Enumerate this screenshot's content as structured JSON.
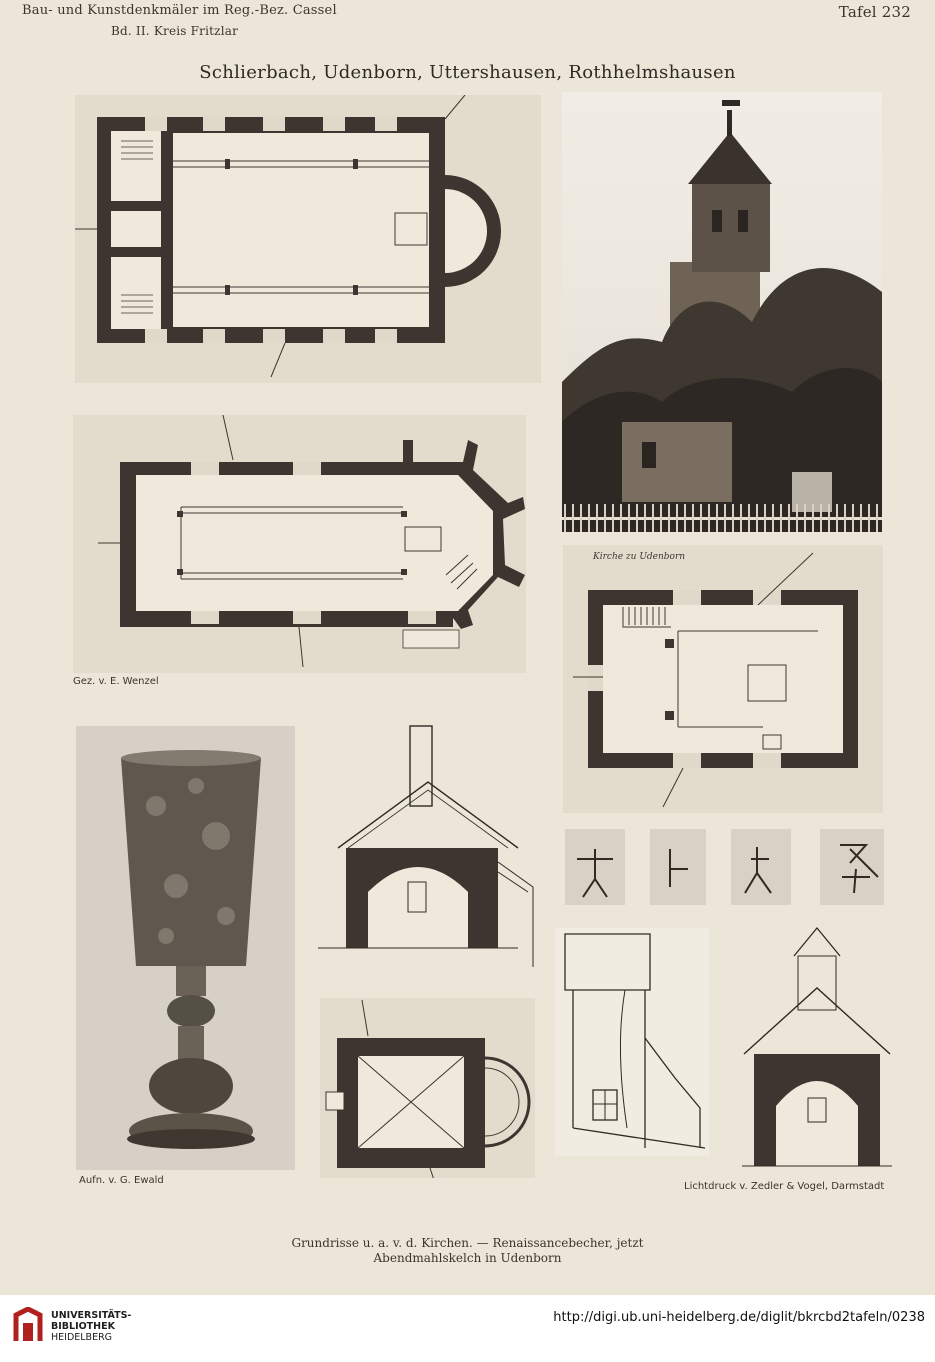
{
  "header": {
    "left_line1": "Bau- und Kunstdenkmäler im Reg.-Bez. Cassel",
    "left_line2": "Bd. II. Kreis Fritzlar",
    "plate": "Tafel 232"
  },
  "title": "Schlierbach, Udenborn, Uttershausen, Rothhelmshausen",
  "captions": {
    "drawn_by": "Gez. v. E. Wenzel",
    "photo_by": "Aufn. v. G. Ewald",
    "printer": "Lichtdruck v. Zedler & Vogel, Darmstadt",
    "plan_label": "Kirche zu Udenborn",
    "bottom_line1": "Grundrisse u. a. v. d. Kirchen. — Renaissancebecher, jetzt",
    "bottom_line2": "Abendmahlskelch in Udenborn"
  },
  "footer": {
    "library_line1": "UNIVERSITÄTS-",
    "library_line2": "BIBLIOTHEK",
    "library_line3": "HEIDELBERG",
    "url": "http://digi.ub.uni-heidelberg.de/diglit/bkrcbd2tafeln/0238"
  }
}
